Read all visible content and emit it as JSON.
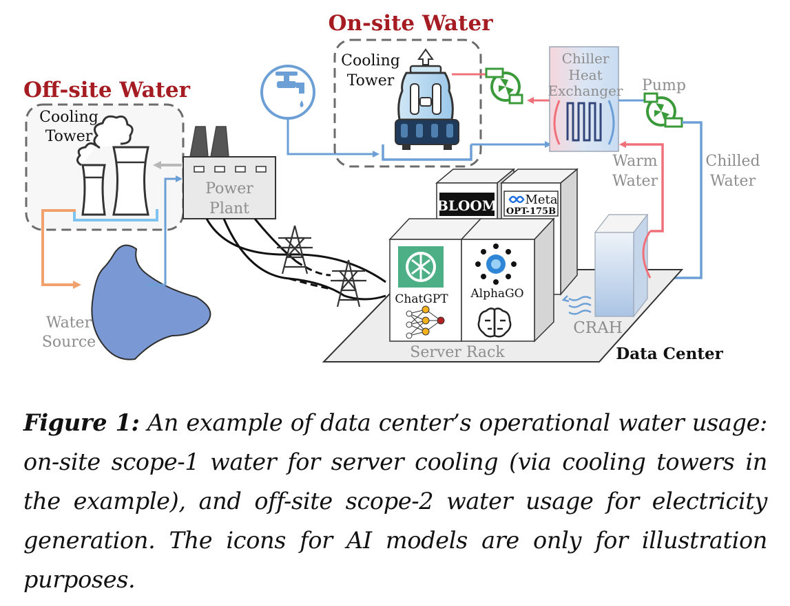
{
  "titles": {
    "onsite": "On-site Water",
    "offsite": "Off-site Water"
  },
  "labels": {
    "cooling": "Cooling",
    "tower": "Tower",
    "chiller": "Chiller",
    "heat": "Heat",
    "exchanger": "Exchanger",
    "pump": "Pump",
    "warm": "Warm",
    "chilled": "Chilled",
    "water": "Water",
    "power": "Power",
    "plant": "Plant",
    "source": "Source",
    "server_rack": "Server Rack",
    "crah": "CRAH",
    "data_center": "Data Center"
  },
  "models": {
    "bloom": "BLOOM",
    "meta": "Meta",
    "opt": "OPT-175B",
    "chatgpt": "ChatGPT",
    "alphago": "AlphaGO"
  },
  "caption": {
    "figure_label": "Figure 1:",
    "text": "An example of data center’s operational water usage: on-site scope-1 water for server cooling (via cooling towers in the example), and off-site scope-2 water usage for electricity generation. The icons for AI models are only for illustration purposes."
  },
  "colors": {
    "title_red": "#a51d22",
    "blue_line": "#6b9fd6",
    "red_line": "#f0707a",
    "orange_line": "#f1a16e",
    "gray_text": "#8d8d8d",
    "green_pump": "#3a9a3a",
    "lake": "#7a98d3"
  }
}
